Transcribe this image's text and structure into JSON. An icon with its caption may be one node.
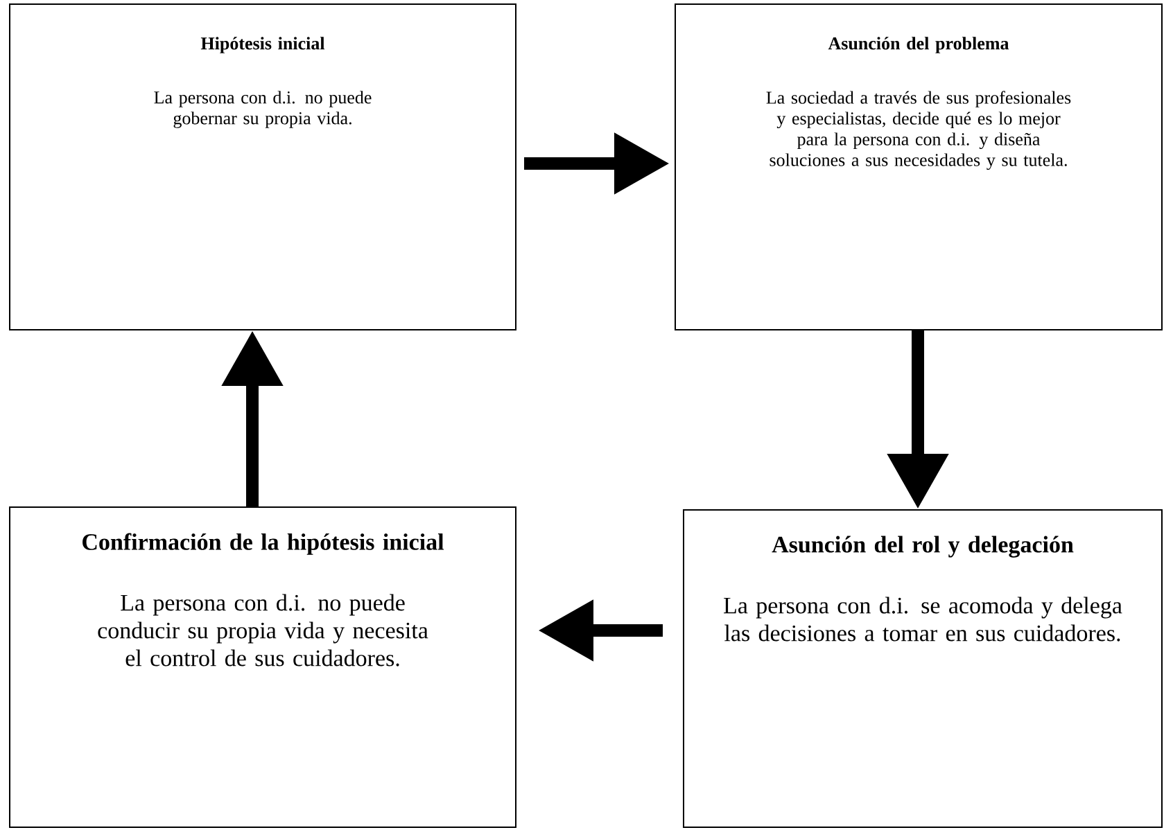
{
  "diagram": {
    "nodes": [
      {
        "text": [
          "Hipótesis inicial",
          "La persona con d.i. no puede gobernar su propia vida."
        ]
      },
      {
        "text": [
          "Asunción del problema",
          "La sociedad a través de sus profesionales y especialistas, decide qué es lo mejor para la persona con d.i. y diseña soluciones a sus necesidades y su tutela."
        ]
      },
      {
        "text": [
          "Asunción del rol y delegación",
          "La persona con d.i. se acomoda y delega las decisiones a tomar en sus cuidadores."
        ]
      },
      {
        "text": [
          "Confirmación de la hipótesis inicial",
          "La persona con d.i. no puede conducir su propia vida y necesita el control de sus cuidadores."
        ]
      }
    ],
    "edges": [
      {
        "from": 0,
        "to": 1,
        "arrow": "to"
      },
      {
        "from": 1,
        "to": 2,
        "arrow": "to"
      },
      {
        "from": 2,
        "to": 3,
        "arrow": "to"
      },
      {
        "from": 3,
        "to": 0,
        "arrow": "to"
      }
    ]
  }
}
